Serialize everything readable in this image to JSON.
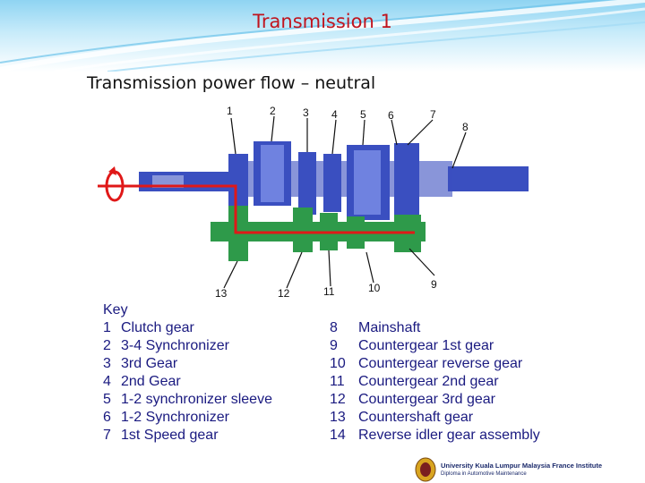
{
  "slide": {
    "title": "Transmission 1",
    "subtitle": "Transmission power flow – neutral"
  },
  "diagram": {
    "callouts": [
      "1",
      "2",
      "3",
      "4",
      "5",
      "6",
      "7",
      "8",
      "9",
      "10",
      "11",
      "12",
      "13"
    ],
    "key_title": "Key",
    "key_left": [
      {
        "num": "1",
        "label": "Clutch gear"
      },
      {
        "num": "2",
        "label": "3-4 Synchronizer"
      },
      {
        "num": "3",
        "label": "3rd Gear"
      },
      {
        "num": "4",
        "label": "2nd Gear"
      },
      {
        "num": "5",
        "label": "1-2 synchronizer sleeve"
      },
      {
        "num": "6",
        "label": "1-2 Synchronizer"
      },
      {
        "num": "7",
        "label": "1st Speed gear"
      }
    ],
    "key_right": [
      {
        "num": "8",
        "label": "Mainshaft"
      },
      {
        "num": "9",
        "label": "Countergear 1st gear"
      },
      {
        "num": "10",
        "label": "Countergear reverse gear"
      },
      {
        "num": "11",
        "label": "Countergear 2nd gear"
      },
      {
        "num": "12",
        "label": "Countergear 3rd gear"
      },
      {
        "num": "13",
        "label": "Countershaft gear"
      },
      {
        "num": "14",
        "label": "Reverse idler gear assembly"
      }
    ],
    "colors": {
      "mainshaft": "#3a4fc0",
      "countershaft": "#2e9a4a",
      "power_flow": "#e01818",
      "key_text": "#1a1a80"
    }
  },
  "footer": {
    "institution": "University Kuala Lumpur Malaysia France Institute",
    "program": "Diploma in Automotive Maintenance"
  }
}
